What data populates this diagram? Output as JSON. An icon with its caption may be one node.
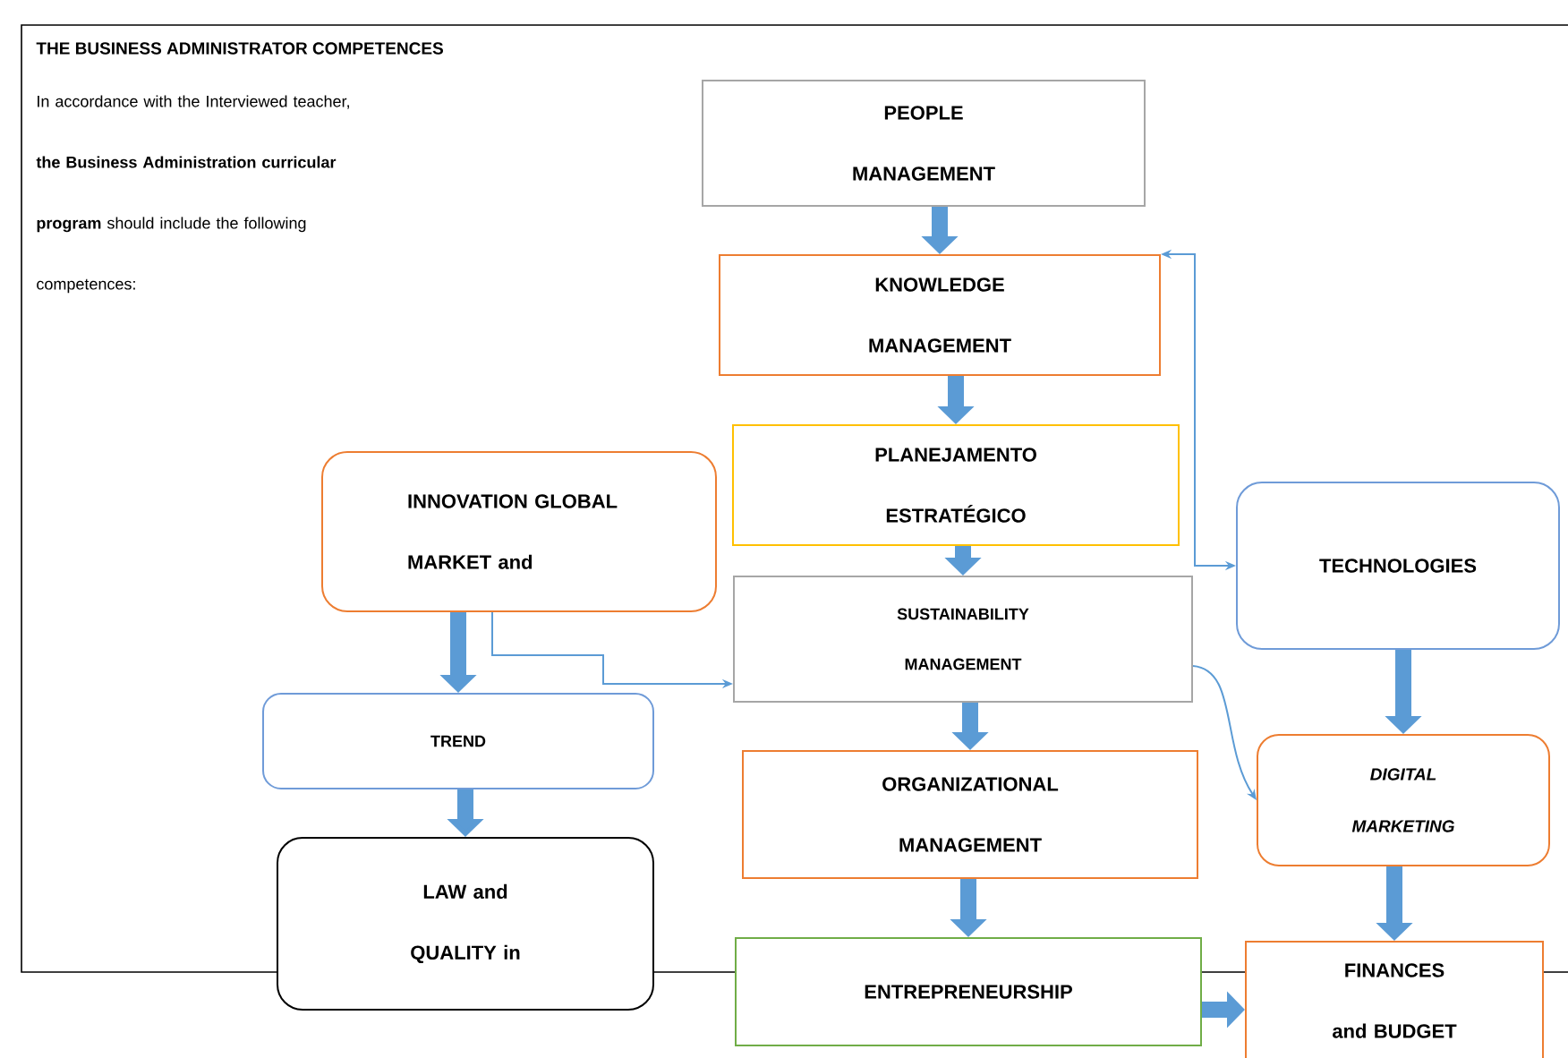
{
  "diagram": {
    "title": "THE BUSINESS ADMINISTRATOR COMPETENCES",
    "nodes": [
      {
        "text": [
          "PEOPLE MANAGEMENT"
        ]
      },
      {
        "text": [
          "KNOWLEDGE MANAGEMENT"
        ]
      },
      {
        "text": [
          "PLANEJAMENTO ESTRATÉGICO"
        ]
      },
      {
        "text": [
          "SUSTAINABILITY MANAGEMENT"
        ]
      },
      {
        "text": [
          "INNOVATION GLOBAL MARKET and"
        ]
      },
      {
        "text": [
          "TREND"
        ]
      },
      {
        "text": [
          "LAW and QUALITY in"
        ]
      },
      {
        "text": [
          "TECHNOLOGIES"
        ]
      },
      {
        "text": [
          "ORGANIZATIONAL MANAGEMENT"
        ]
      },
      {
        "text": [
          "DIGITAL MARKETING"
        ]
      },
      {
        "text": [
          "ENTREPRENEURSHIP"
        ]
      },
      {
        "text": [
          "FINANCES and BUDGET"
        ]
      }
    ],
    "edges": [
      {
        "from": 0,
        "to": 1,
        "arrow": "to"
      },
      {
        "from": 1,
        "to": 2,
        "arrow": "to"
      },
      {
        "from": 2,
        "to": 3,
        "arrow": "to"
      },
      {
        "from": 3,
        "to": 8,
        "arrow": "to"
      },
      {
        "from": 8,
        "to": 10,
        "arrow": "to"
      },
      {
        "from": 10,
        "to": 11,
        "arrow": "to"
      },
      {
        "from": 4,
        "to": 5,
        "arrow": "to"
      },
      {
        "from": 5,
        "to": 6,
        "arrow": "to"
      },
      {
        "from": 7,
        "to": 9,
        "arrow": "to"
      },
      {
        "from": 9,
        "to": 11,
        "arrow": "to"
      },
      {
        "from": 1,
        "to": 7,
        "arrow": "both"
      },
      {
        "from": 4,
        "to": 3,
        "arrow": "to"
      },
      {
        "from": 3,
        "to": 9,
        "arrow": "to"
      }
    ],
    "labels": [
      "In accordance with the Interviewed teacher, **the Business Administration curricular program** should include the following competences:"
    ]
  }
}
